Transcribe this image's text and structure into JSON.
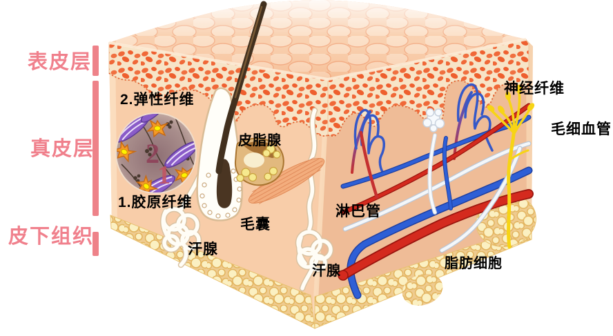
{
  "diagram": {
    "layers": {
      "epidermis": "表皮层",
      "dermis": "真皮层",
      "subcutaneous": "皮下组织"
    },
    "labels": {
      "elastic_fiber": "2.弹性纤维",
      "collagen_fiber": "1.胶原纤维",
      "sebaceous_gland": "皮脂腺",
      "hair_follicle": "毛囊",
      "sweat_gland_left": "汗腺",
      "sweat_gland_right": "汗腺",
      "lymphatic_vessel": "淋巴管",
      "fat_cells": "脂肪细胞",
      "nerve_fiber": "神经纤维",
      "capillary": "毛细血管"
    },
    "inset_numbers": {
      "elastic": "2",
      "collagen": "1"
    },
    "colors": {
      "layer_label_pink": "#F0808C",
      "bracket_pink": "#EE8289",
      "label_black": "#000000",
      "artery_red": "#D42A1E",
      "vein_blue": "#2E5FD6",
      "nerve_yellow": "#F7D415",
      "lymph_white": "#F4F7FA",
      "fat_yellow": "#FBF0C2",
      "dermis_peach": "#F8CDA9",
      "epidermis_cream": "#F7E4C7",
      "cell_orange": "#F06838"
    }
  }
}
